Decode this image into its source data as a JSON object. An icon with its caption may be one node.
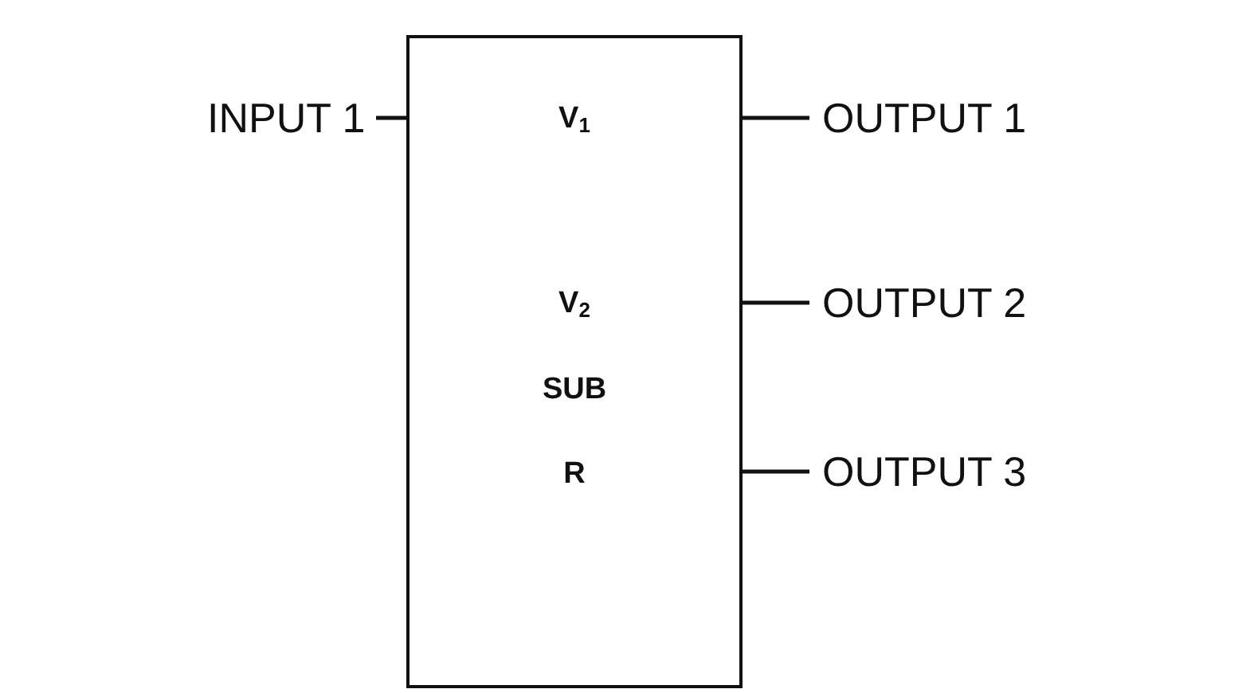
{
  "diagram": {
    "nodes": [
      {
        "text": [
          "V$_{1}$",
          "V$_{2}$",
          "SUB",
          "R"
        ]
      },
      {
        "text": [
          "INPUT 1"
        ]
      },
      {
        "text": [
          "OUTPUT 1"
        ]
      },
      {
        "text": [
          "OUTPUT 2"
        ]
      },
      {
        "text": [
          "OUTPUT 3"
        ]
      }
    ],
    "edges": [
      {
        "from": 1,
        "to": 0,
        "arrow": "none"
      },
      {
        "from": 0,
        "to": 2,
        "arrow": "none"
      },
      {
        "from": 0,
        "to": 3,
        "arrow": "none"
      },
      {
        "from": 0,
        "to": 4,
        "arrow": "none"
      }
    ]
  }
}
